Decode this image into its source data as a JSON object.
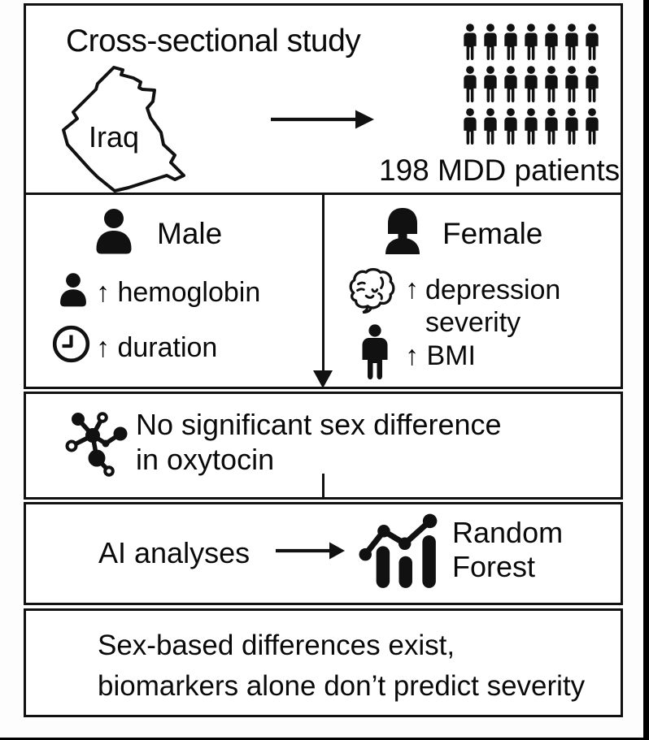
{
  "figure": {
    "study": {
      "title": "Cross-sectional study",
      "map_label": "Iraq",
      "crowd": {
        "rows": 3,
        "cols": 7
      },
      "patients_label": "198 MDD patients"
    },
    "comparison": {
      "male": {
        "heading": "Male",
        "findings": [
          {
            "icon": "person-bust-icon",
            "text": "↑ hemoglobin"
          },
          {
            "icon": "clock-icon",
            "text": "↑ duration"
          }
        ]
      },
      "female": {
        "heading": "Female",
        "findings": [
          {
            "icon": "brain-icon",
            "arrow": "↑",
            "line1": "depression",
            "line2": "severity"
          },
          {
            "icon": "standing-person-icon",
            "text": "↑ BMI"
          }
        ]
      }
    },
    "oxytocin": {
      "line1": "No significant sex difference",
      "line2": "in oxytocin"
    },
    "ai": {
      "label": "AI analyses",
      "result_line1": "Random",
      "result_line2": "Forest"
    },
    "conclusion": {
      "line1": "Sex-based differences exist,",
      "line2": "biomarkers alone don’t predict severity"
    }
  },
  "colors": {
    "ink": "#111111",
    "paper": "#ffffff"
  }
}
